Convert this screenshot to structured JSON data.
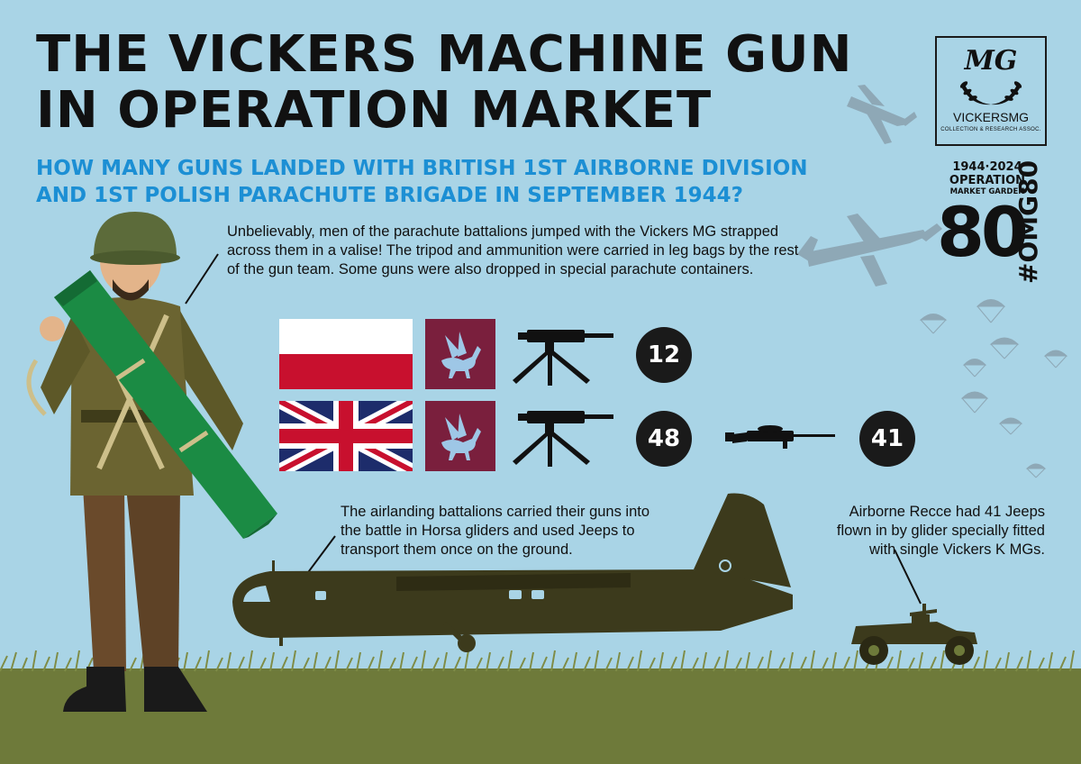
{
  "title": {
    "line1": "THE VICKERS MACHINE GUN",
    "line2": "IN OPERATION MARKET"
  },
  "subtitle": {
    "line1": "HOW MANY GUNS LANDED WITH BRITISH 1ST AIRBORNE DIVISION",
    "line2": "AND 1ST POLISH PARACHUTE BRIGADE IN SEPTEMBER 1944?"
  },
  "notes": {
    "parachute": "Unbelievably, men of the parachute battalions jumped with the Vickers MG strapped across them in a valise! The tripod and ammunition were carried in leg bags by the rest of the gun team. Some guns were also dropped in special parachute containers.",
    "glider": "The airlanding battalions carried their guns into the battle in Horsa gliders and used Jeeps to transport them once on the ground.",
    "recce": "Airborne Recce had 41 Jeeps flown in by glider specially fitted with single Vickers K MGs."
  },
  "rows": [
    {
      "flag": "poland-flag-icon",
      "emblem": "pegasus-icon",
      "weapon": "vickers-mg-tripod-icon",
      "count": "12"
    },
    {
      "flag": "union-jack-icon",
      "emblem": "pegasus-icon",
      "weapon": "vickers-mg-tripod-icon",
      "count": "48",
      "extra_weapon": "vickers-k-gun-icon",
      "extra_count": "41"
    }
  ],
  "logo": {
    "monogram": "MG",
    "name": "VICKERSMG",
    "sub": "COLLECTION & RESEARCH ASSOC."
  },
  "omg80": {
    "dates": "1944·2024",
    "operation": "OPERATION",
    "market_garden": "MARKET GARDEN",
    "number": "80",
    "hashtag": "#OMG80"
  },
  "colors": {
    "sky": "#a9d4e6",
    "headline": "#111111",
    "subtitle": "#1c8fd4",
    "ground": "#6e7a3a",
    "glider": "#3c3a1c",
    "poland_red": "#c8102e",
    "pegasus_bg": "#7a1f3d",
    "pegasus": "#9ec7e6",
    "count_circle": "#1a1a1a",
    "valise": "#1b8b44"
  },
  "icons": [
    "soldier-illustration",
    "horsa-glider-icon",
    "jeep-icon",
    "aircraft-silhouette-icon",
    "parachute-icon",
    "grass-icon"
  ]
}
